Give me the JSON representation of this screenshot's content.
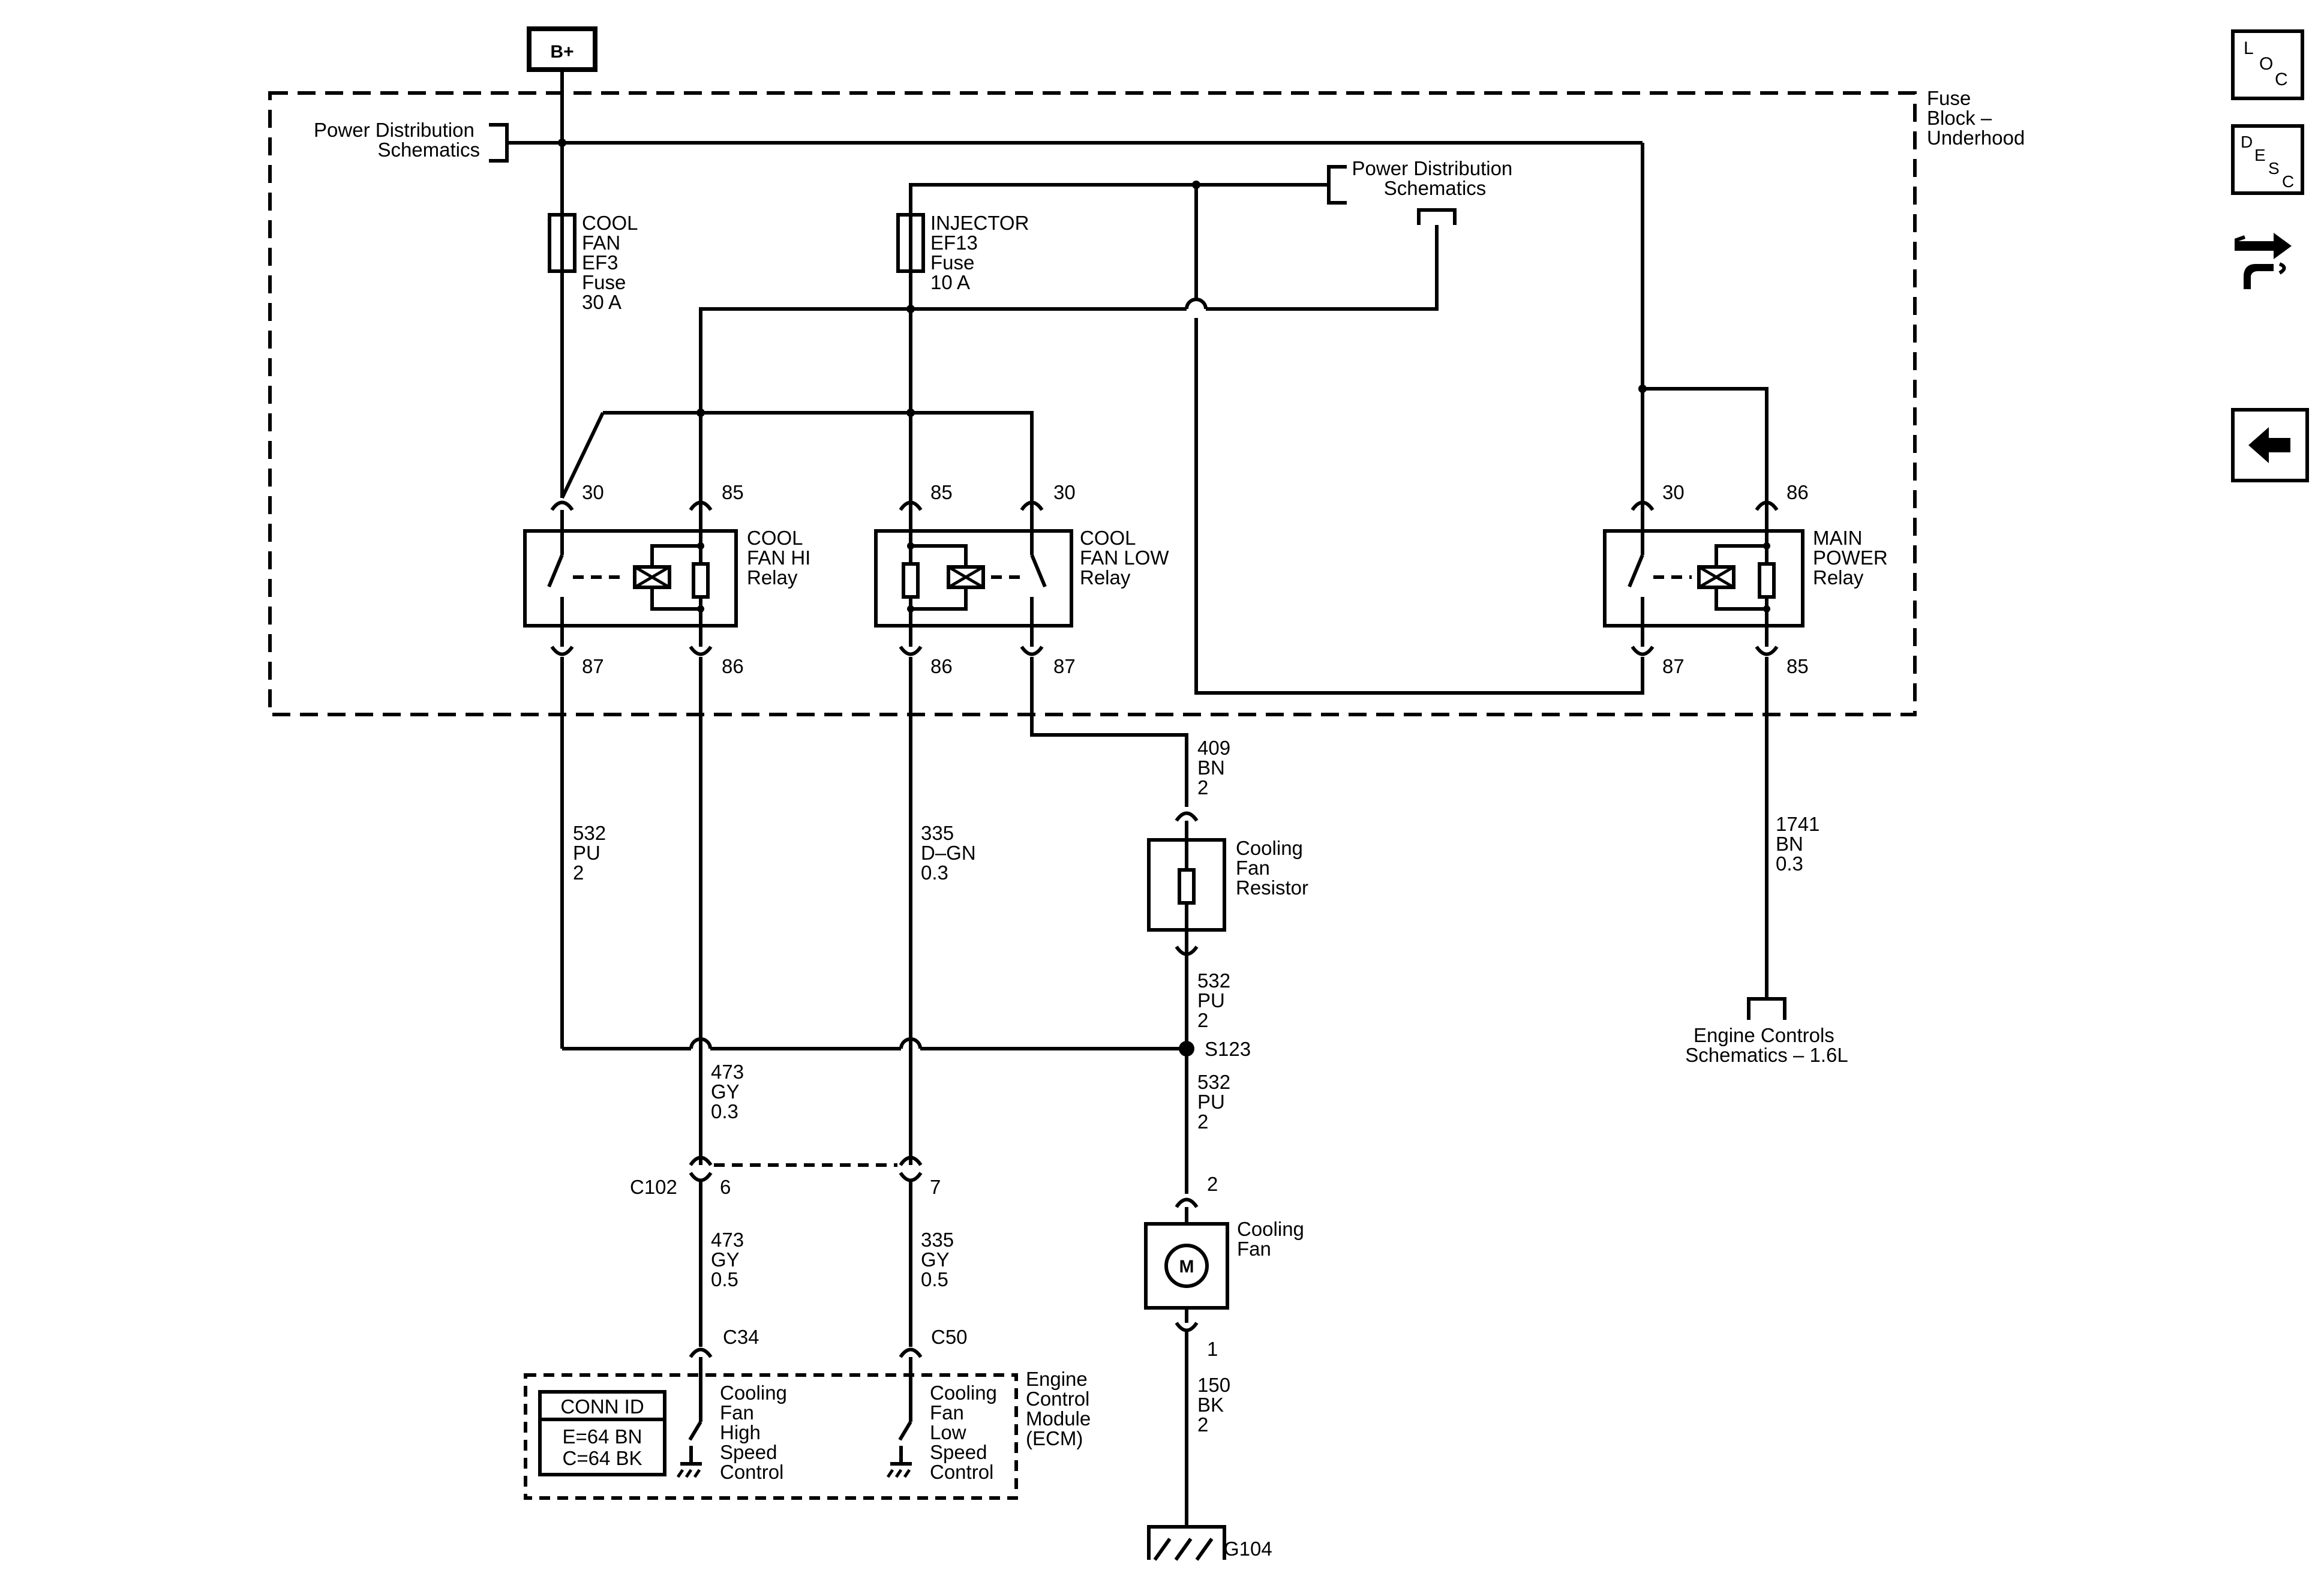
{
  "supply": {
    "label": "B+"
  },
  "fuse_block": {
    "label_lines": [
      "Fuse",
      "Block –",
      "Underhood"
    ]
  },
  "power_dist_left": {
    "lines": [
      "Power Distribution",
      "Schematics"
    ]
  },
  "power_dist_right": {
    "lines": [
      "Power Distribution",
      "Schematics"
    ]
  },
  "fuses": [
    {
      "lines": [
        "COOL",
        "FAN",
        "EF3",
        "Fuse",
        "30 A"
      ]
    },
    {
      "lines": [
        "INJECTOR",
        "EF13",
        "Fuse",
        "10 A"
      ]
    }
  ],
  "relays": [
    {
      "lines": [
        "COOL",
        "FAN HI",
        "Relay"
      ],
      "pins_top": [
        "30",
        "85"
      ],
      "pins_bottom": [
        "87",
        "86"
      ]
    },
    {
      "lines": [
        "COOL",
        "FAN LOW",
        "Relay"
      ],
      "pins_top": [
        "85",
        "30"
      ],
      "pins_bottom": [
        "86",
        "87"
      ]
    },
    {
      "lines": [
        "MAIN",
        "POWER",
        "Relay"
      ],
      "pins_top": [
        "30",
        "86"
      ],
      "pins_bottom": [
        "87",
        "85"
      ]
    }
  ],
  "wires": {
    "w409": [
      "409",
      "BN",
      "2"
    ],
    "w532a": [
      "532",
      "PU",
      "2"
    ],
    "w335a": [
      "335",
      "D–GN",
      "0.3"
    ],
    "w1741": [
      "1741",
      "BN",
      "0.3"
    ],
    "w532b": [
      "532",
      "PU",
      "2"
    ],
    "w473a": [
      "473",
      "GY",
      "0.3"
    ],
    "w532c": [
      "532",
      "PU",
      "2"
    ],
    "w473b": [
      "473",
      "GY",
      "0.5"
    ],
    "w335b": [
      "335",
      "GY",
      "0.5"
    ],
    "w150": [
      "150",
      "BK",
      "2"
    ]
  },
  "resistor": {
    "lines": [
      "Cooling",
      "Fan",
      "Resistor"
    ]
  },
  "motor": {
    "lines": [
      "Cooling",
      "Fan"
    ],
    "symbol": "M",
    "pin_top": "2",
    "pin_bottom": "1"
  },
  "splice": {
    "label": "S123"
  },
  "connector_c102": {
    "label": "C102",
    "pins": [
      "6",
      "7"
    ]
  },
  "ecm": {
    "conn_c34": "C34",
    "conn_c50": "C50",
    "label_lines": [
      "Engine",
      "Control",
      "Module",
      "(ECM)"
    ],
    "high_lines": [
      "Cooling",
      "Fan",
      "High",
      "Speed",
      "Control"
    ],
    "low_lines": [
      "Cooling",
      "Fan",
      "Low",
      "Speed",
      "Control"
    ],
    "conn_id": {
      "title": "CONN ID",
      "rows": [
        "E=64 BN",
        "C=64 BK"
      ]
    }
  },
  "engine_controls": {
    "lines": [
      "Engine Controls",
      "Schematics – 1.6L"
    ]
  },
  "ground": {
    "label": "G104"
  },
  "side_icons": [
    {
      "name": "loc-icon",
      "letters": [
        "L",
        "O",
        "C"
      ]
    },
    {
      "name": "desc-icon",
      "letters": [
        "D",
        "E",
        "S",
        "C"
      ]
    },
    {
      "name": "connector-end-view-icon"
    },
    {
      "name": "back-arrow-icon"
    }
  ]
}
